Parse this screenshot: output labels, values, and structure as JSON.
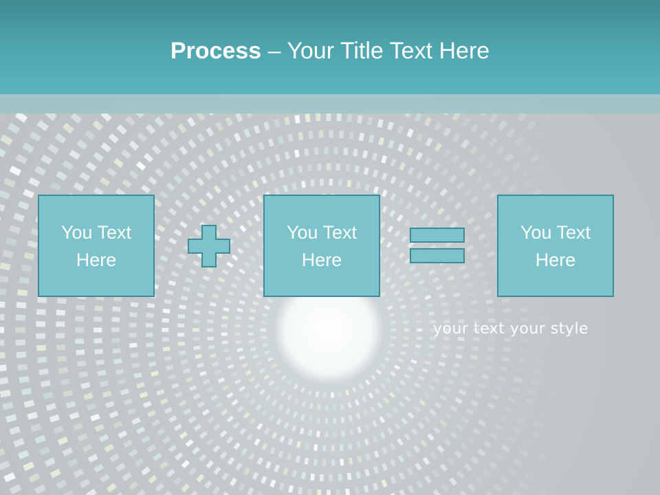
{
  "title": {
    "strong": "Process",
    "rest": " – Your Title Text Here"
  },
  "boxes": [
    {
      "text": "You Text Here"
    },
    {
      "text": "You Text Here"
    },
    {
      "text": "You Text Here"
    }
  ],
  "operators": {
    "first": "plus-icon",
    "second": "equals-icon"
  },
  "tagline": "your text your style",
  "colors": {
    "header": "#4ea3ab",
    "box_fill": "#7cc3cc",
    "box_border": "#3d8c95",
    "background": "#c2c8cb"
  }
}
